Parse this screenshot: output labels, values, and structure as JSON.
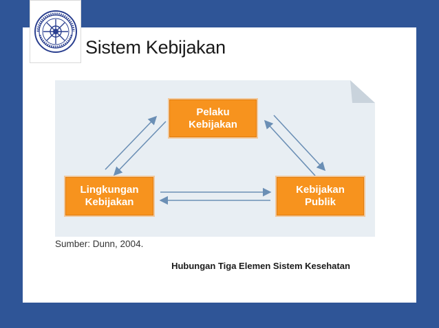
{
  "slide": {
    "title": "Sistem Kebijakan",
    "caption": "Hubungan Tiga Elemen Sistem Kesehatan"
  },
  "logo": {
    "icon": "university-seal-icon",
    "ring_text": "Center for Health Policy and Management · Faculty of Medicine UGM"
  },
  "diagram": {
    "nodes": [
      {
        "id": "pelaku",
        "line1": "Pelaku",
        "line2": "Kebijakan"
      },
      {
        "id": "lingkungan",
        "line1": "Lingkungan",
        "line2": "Kebijakan"
      },
      {
        "id": "publik",
        "line1": "Kebijakan",
        "line2": "Publik"
      }
    ],
    "edges": [
      {
        "from": "lingkungan",
        "to": "pelaku",
        "bidirectional": true
      },
      {
        "from": "pelaku",
        "to": "publik",
        "bidirectional": true
      },
      {
        "from": "lingkungan",
        "to": "publik",
        "bidirectional": true
      }
    ],
    "source": "Sumber: Dunn, 2004."
  },
  "colors": {
    "background": "#2f5597",
    "node_fill": "#f7931e",
    "arrow": "#6b8fb5",
    "figure_bg": "#e8eef3"
  }
}
